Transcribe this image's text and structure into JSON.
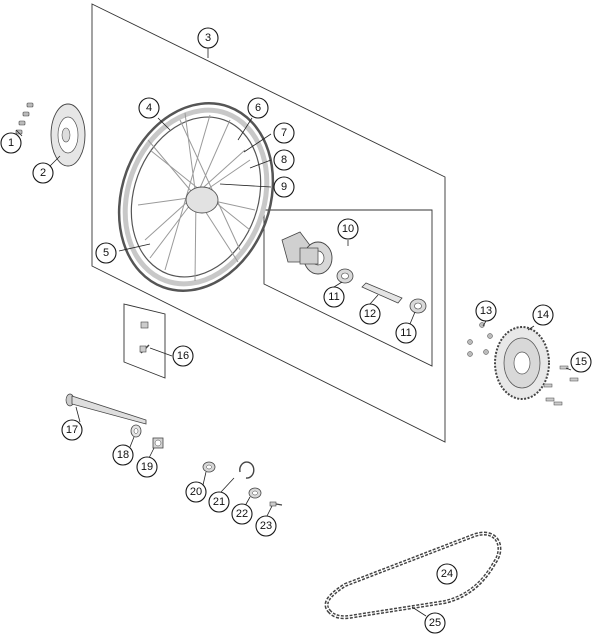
{
  "diagram": {
    "callouts": [
      {
        "label": "1"
      },
      {
        "label": "2"
      },
      {
        "label": "3"
      },
      {
        "label": "4"
      },
      {
        "label": "5"
      },
      {
        "label": "6"
      },
      {
        "label": "7"
      },
      {
        "label": "8"
      },
      {
        "label": "9"
      },
      {
        "label": "10"
      },
      {
        "label": "11"
      },
      {
        "label": "11"
      },
      {
        "label": "12"
      },
      {
        "label": "13"
      },
      {
        "label": "14"
      },
      {
        "label": "15"
      },
      {
        "label": "16"
      },
      {
        "label": "17"
      },
      {
        "label": "18"
      },
      {
        "label": "19"
      },
      {
        "label": "20"
      },
      {
        "label": "21"
      },
      {
        "label": "22"
      },
      {
        "label": "23"
      },
      {
        "label": "24"
      },
      {
        "label": "25"
      }
    ],
    "colors": {
      "line": "#333333",
      "rim": "#d6d6d6",
      "part_fill": "#dcdcdc"
    }
  }
}
